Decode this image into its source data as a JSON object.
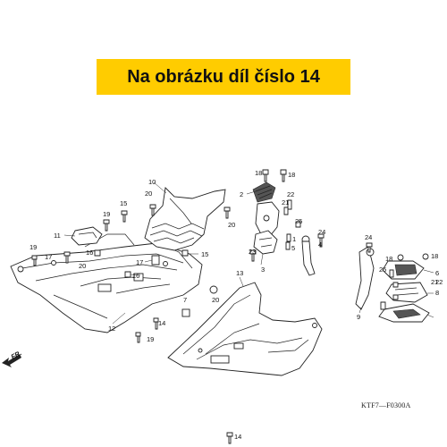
{
  "banner": {
    "text": "Na obrázku díl číslo 14",
    "color": "#ffcc00"
  },
  "front_indicator": "FR.",
  "diagram_code": "KTF7—F0300A",
  "callouts": [
    "1",
    "2",
    "3",
    "4",
    "5",
    "6",
    "7",
    "8",
    "9",
    "10",
    "11",
    "12",
    "13",
    "14",
    "15",
    "16",
    "17",
    "18",
    "19",
    "20",
    "21",
    "22",
    "23",
    "24",
    "25"
  ]
}
